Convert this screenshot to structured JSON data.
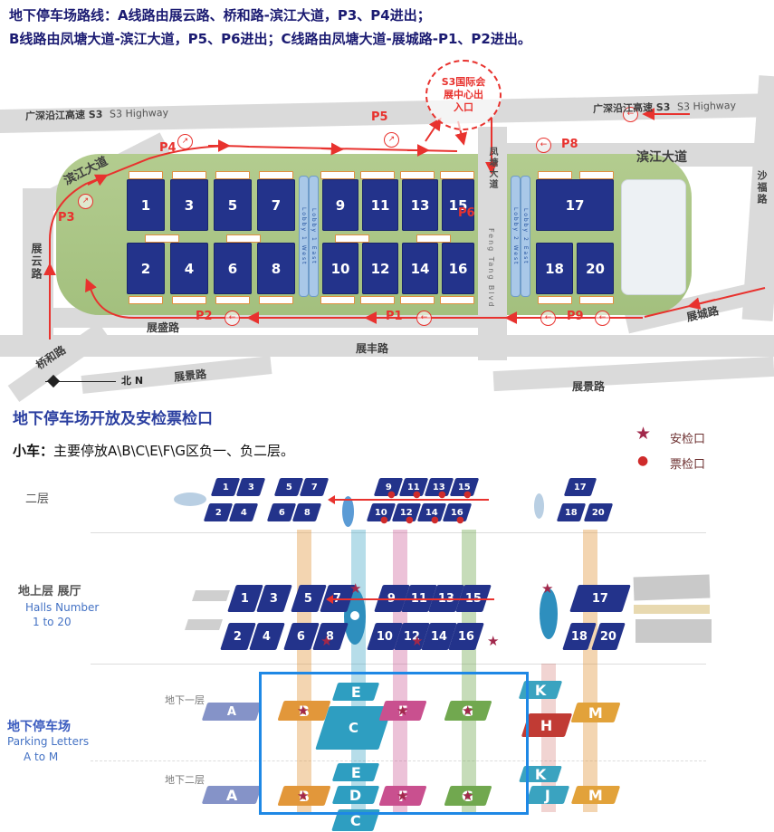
{
  "header": {
    "prefix": "地下停车场路线：",
    "route_a_label": "A线路",
    "route_a_text": "由展云路、桥和路-滨江大道，P3、P4进出；",
    "route_b_label": "B线路",
    "route_b_text": "由凤塘大道-滨江大道，P5、P6进出；",
    "route_c_label": "C线路",
    "route_c_text": "由凤塘大道-展城路-P1、P2进出。"
  },
  "icons": {
    "star": "★",
    "dot": "●",
    "diag_arrow": "↗",
    "left_arrow": "←"
  },
  "halls": {
    "h1": "1",
    "h2": "2",
    "h3": "3",
    "h4": "4",
    "h5": "5",
    "h6": "6",
    "h7": "7",
    "h8": "8",
    "h9": "9",
    "h10": "10",
    "h11": "11",
    "h12": "12",
    "h13": "13",
    "h14": "14",
    "h15": "15",
    "h16": "16",
    "h17": "17",
    "h18": "18",
    "h20": "20"
  },
  "map": {
    "roads": {
      "s3_left_cn": "广深沿江高速 S3",
      "s3_left_en": "S3 Highway",
      "s3_right_cn": "广深沿江高速 S3",
      "s3_right_en": "S3 Highway",
      "binjiang_left": "滨江大道",
      "binjiang_right": "滨江大道",
      "shafu": "沙福路",
      "zhanyun": "展云路",
      "qiaohe": "桥和路",
      "zhansheng": "展盛路",
      "zhanfeng": "展丰路",
      "zhanjing_left": "展景路",
      "zhanjing_right": "展景路",
      "zhancheng": "展城路",
      "fengtang": "凤塘大道",
      "fengtang_en": "Feng Tang Blvd"
    },
    "entrance": {
      "line1": "S3国际会",
      "line2": "展中心出",
      "line3": "入口"
    },
    "p": {
      "p1": "P1",
      "p2": "P2",
      "p3": "P3",
      "p4": "P4",
      "p5": "P5",
      "p6": "P6",
      "p8": "P8",
      "p9": "P9"
    },
    "lobbies": {
      "l1w": "Lobby 1 West",
      "l1e": "Lobby 1 East",
      "l2w": "Lobby 2 West",
      "l2e": "Lobby 2 East"
    },
    "compass": "北 N"
  },
  "lower": {
    "title": "地下停车场开放及安检票检口",
    "legend": {
      "security": "安检口",
      "ticket": "票检口"
    },
    "car_label": "小车：",
    "car_text": "主要停放A\\B\\C\\E\\F\\G区负一、负二层。",
    "floors": {
      "f2": "二层",
      "ground_cn": "地上层 展厅",
      "ground_en1": "Halls Number",
      "ground_en2": "1 to 20",
      "b1": "地下一层",
      "b2": "地下二层",
      "parking_cn": "地下停车场",
      "parking_en1": "Parking Letters",
      "parking_en2": "A to M"
    },
    "letters": {
      "A": "A",
      "B": "B",
      "C": "C",
      "D": "D",
      "E": "E",
      "F": "F",
      "G": "G",
      "H": "H",
      "J": "J",
      "K": "K",
      "M": "M"
    }
  }
}
